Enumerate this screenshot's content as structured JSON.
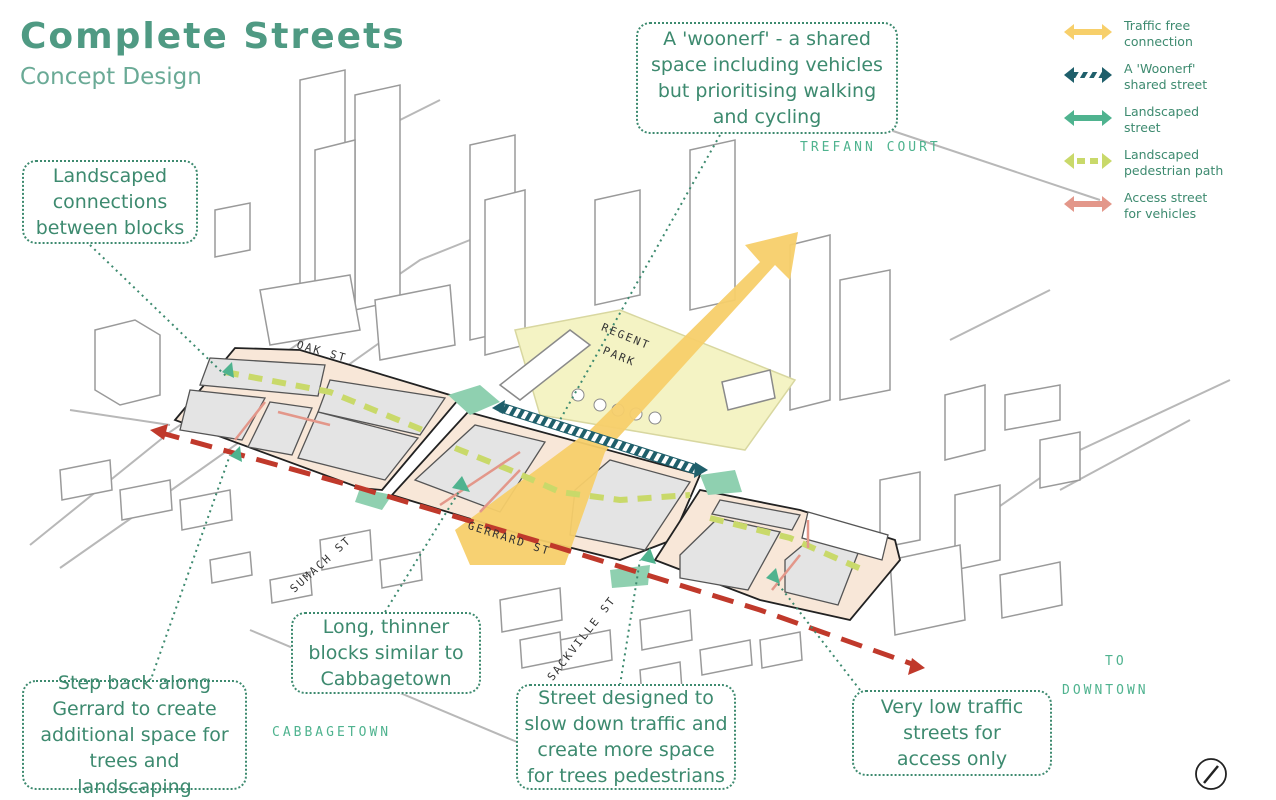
{
  "header": {
    "title": "Complete Streets",
    "subtitle": "Concept Design"
  },
  "legend": {
    "items": [
      {
        "label": "Traffic free\nconnection",
        "color": "#f7cf6a",
        "style": "solid-arrow",
        "icon": "double-arrow-icon"
      },
      {
        "label": "A 'Woonerf'\nshared street",
        "color": "#1f5f6b",
        "style": "hatched-arrow",
        "icon": "hatched-double-arrow-icon"
      },
      {
        "label": "Landscaped\nstreet",
        "color": "#4fb38f",
        "style": "solid-arrow",
        "icon": "double-arrow-icon"
      },
      {
        "label": "Landscaped\npedestrian path",
        "color": "#c9d96a",
        "style": "dashed-arrow",
        "icon": "dashed-double-arrow-icon"
      },
      {
        "label": "Access street\nfor vehicles",
        "color": "#e3978a",
        "style": "solid-arrow",
        "icon": "double-arrow-icon"
      }
    ]
  },
  "callouts": {
    "woonerf": "A 'woonerf' - a shared\nspace including vehicles\nbut prioritising walking\nand cycling",
    "landscaped_connections": "Landscaped\nconnections\nbetween blocks",
    "long_blocks": "Long, thinner\nblocks similar to\nCabbagetown",
    "step_back": "Step back along\nGerrard to create\nadditional space for\ntrees and landscaping",
    "street_designed": "Street designed to\nslow down traffic and\ncreate more space\nfor trees pedestrians",
    "low_traffic": "Very low traffic\nstreets for\naccess only"
  },
  "places": {
    "trefann_court": "TREFANN COURT",
    "cabbagetown": "CABBAGETOWN",
    "to": "TO",
    "downtown": "DOWNTOWN"
  },
  "streets": {
    "oak": "OAK ST",
    "regent": "REGENT",
    "park": "PARK",
    "gerrard": "GERRARD ST",
    "sumach": "SUMACH ST",
    "sackville": "SACKVILLE ST"
  },
  "colors": {
    "callout_green": "#3d8a6f",
    "title_green": "#4f9a83",
    "site_fill": "#f8e7d8",
    "park_fill": "#f4f3c4",
    "corner_green": "#8fd0b0",
    "gerrard_red": "#c0392b",
    "traffic_free_yellow": "#f7cf6a",
    "woonerf_teal": "#1f5f6b",
    "path_lime": "#c9d96a",
    "access_pink": "#e3978a"
  }
}
